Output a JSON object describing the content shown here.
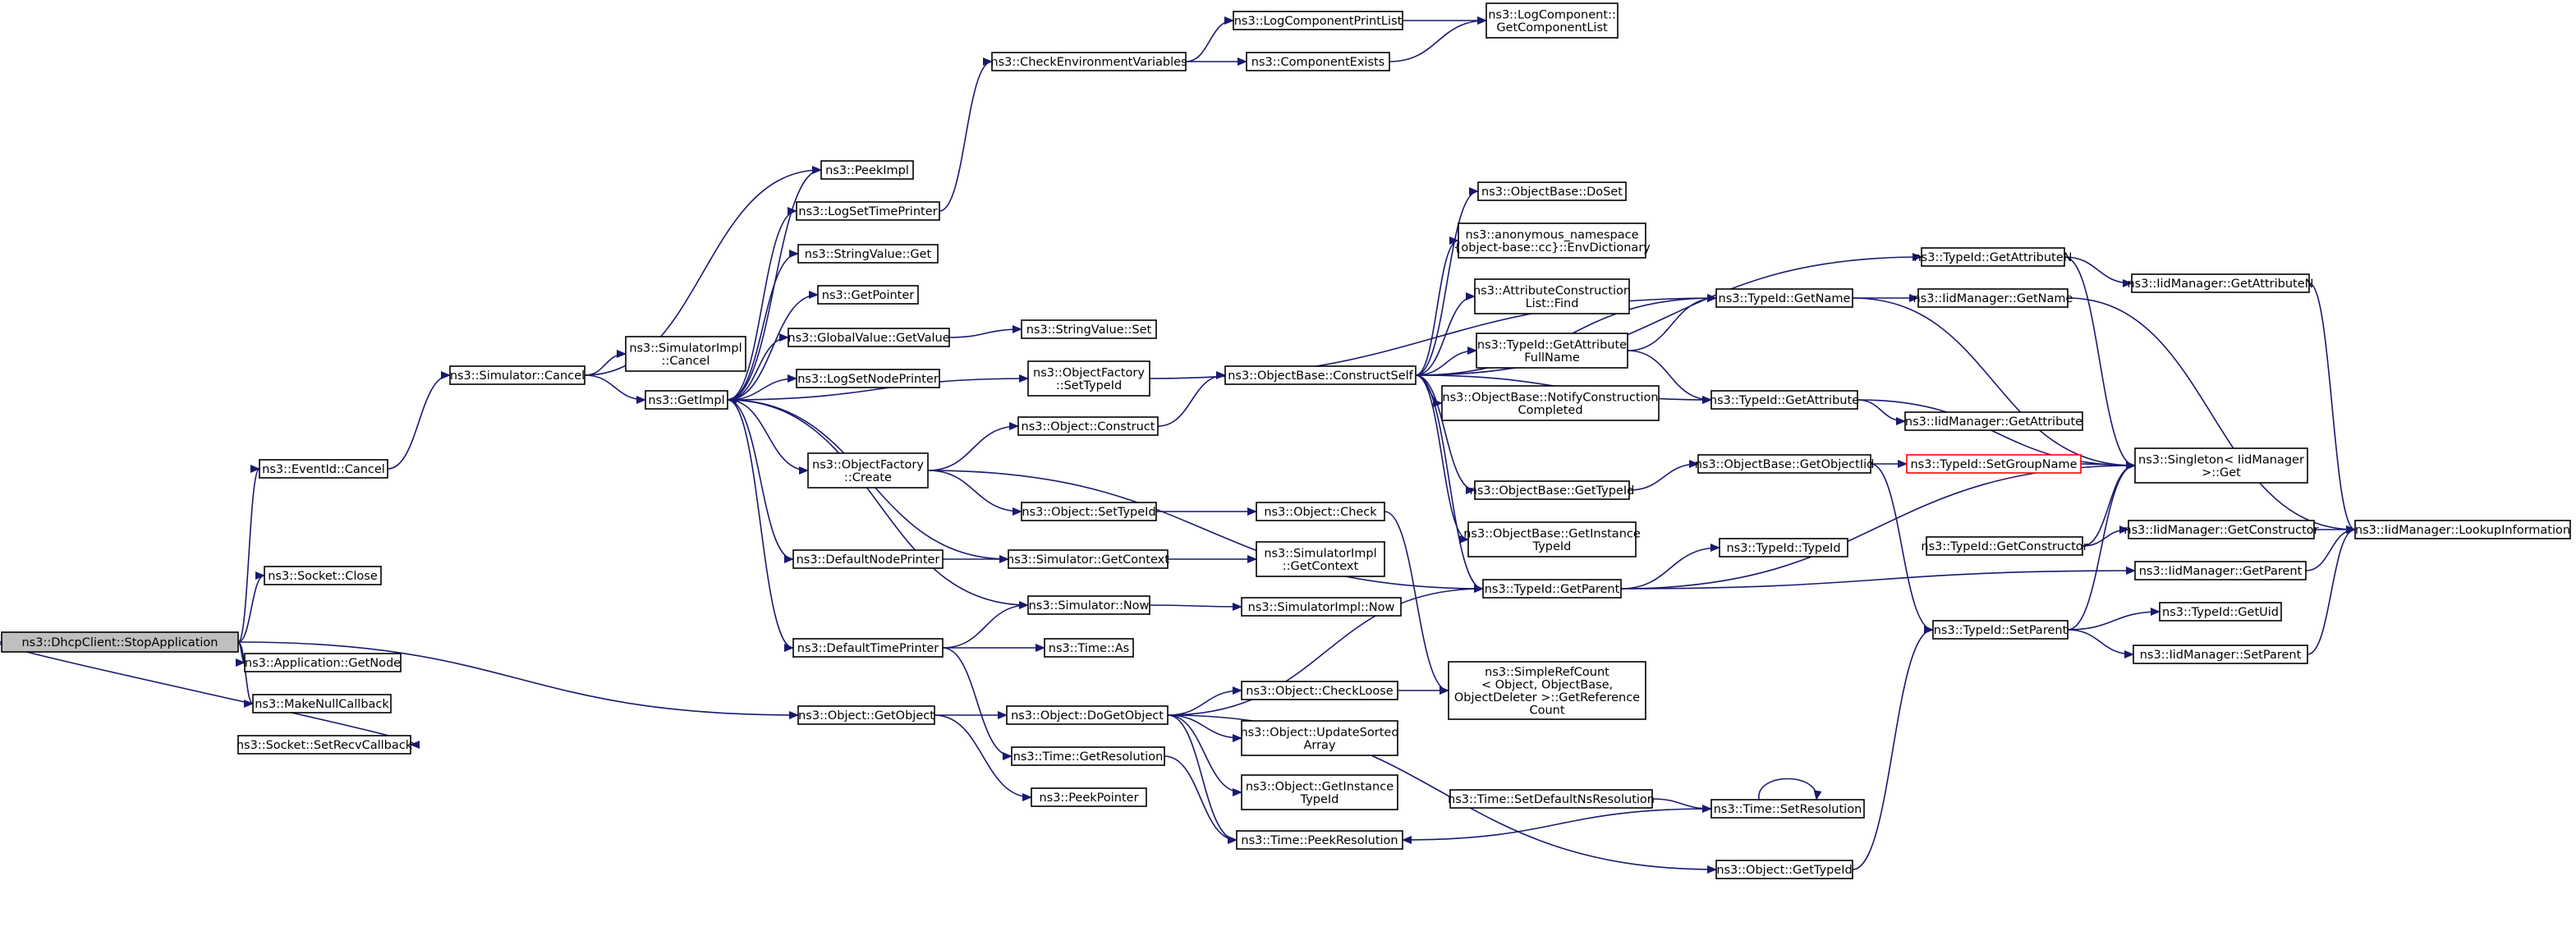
{
  "graph": {
    "edge_color": "#191970",
    "root_fill": "#bfbfbf",
    "highlight_stroke": "#ff0000",
    "nodes": [
      {
        "id": "dhcp_stop",
        "lines": [
          "ns3::DhcpClient::StopApplication"
        ],
        "style": "root"
      },
      {
        "id": "eventid_cancel",
        "lines": [
          "ns3::EventId::Cancel"
        ]
      },
      {
        "id": "socket_close",
        "lines": [
          "ns3::Socket::Close"
        ]
      },
      {
        "id": "app_getnode",
        "lines": [
          "ns3::Application::GetNode"
        ]
      },
      {
        "id": "makenullcallback",
        "lines": [
          "ns3::MakeNullCallback"
        ]
      },
      {
        "id": "setrecvcallback",
        "lines": [
          "ns3::Socket::SetRecvCallback"
        ]
      },
      {
        "id": "object_getobject",
        "lines": [
          "ns3::Object::GetObject"
        ]
      },
      {
        "id": "simulator_cancel",
        "lines": [
          "ns3::Simulator::Cancel"
        ]
      },
      {
        "id": "simimpl_cancel",
        "lines": [
          "ns3::SimulatorImpl",
          "::Cancel"
        ]
      },
      {
        "id": "getimpl",
        "lines": [
          "ns3::GetImpl"
        ]
      },
      {
        "id": "peekimpl",
        "lines": [
          "ns3::PeekImpl"
        ]
      },
      {
        "id": "logsettimeprinter",
        "lines": [
          "ns3::LogSetTimePrinter"
        ]
      },
      {
        "id": "stringvalue_get",
        "lines": [
          "ns3::StringValue::Get"
        ]
      },
      {
        "id": "getpointer",
        "lines": [
          "ns3::GetPointer"
        ]
      },
      {
        "id": "globalvalue_getvalue",
        "lines": [
          "ns3::GlobalValue::GetValue"
        ]
      },
      {
        "id": "logsetnodeprinter",
        "lines": [
          "ns3::LogSetNodePrinter"
        ]
      },
      {
        "id": "objfactory_create",
        "lines": [
          "ns3::ObjectFactory",
          "::Create"
        ]
      },
      {
        "id": "defaultnodeprinter",
        "lines": [
          "ns3::DefaultNodePrinter"
        ]
      },
      {
        "id": "defaulttimeprinter",
        "lines": [
          "ns3::DefaultTimePrinter"
        ]
      },
      {
        "id": "checkenvvars",
        "lines": [
          "ns3::CheckEnvironmentVariables"
        ]
      },
      {
        "id": "logcompprintlist",
        "lines": [
          "ns3::LogComponentPrintList"
        ]
      },
      {
        "id": "componentexists",
        "lines": [
          "ns3::ComponentExists"
        ]
      },
      {
        "id": "logcomp_getlist",
        "lines": [
          "ns3::LogComponent::",
          "GetComponentList"
        ]
      },
      {
        "id": "stringvalue_set",
        "lines": [
          "ns3::StringValue::Set"
        ]
      },
      {
        "id": "objfactory_settypeid",
        "lines": [
          "ns3::ObjectFactory",
          "::SetTypeId"
        ]
      },
      {
        "id": "object_construct",
        "lines": [
          "ns3::Object::Construct"
        ]
      },
      {
        "id": "object_settypeid",
        "lines": [
          "ns3::Object::SetTypeId"
        ]
      },
      {
        "id": "simulator_getcontext",
        "lines": [
          "ns3::Simulator::GetContext"
        ]
      },
      {
        "id": "simulator_now",
        "lines": [
          "ns3::Simulator::Now"
        ]
      },
      {
        "id": "time_as",
        "lines": [
          "ns3::Time::As"
        ]
      },
      {
        "id": "object_dogetobject",
        "lines": [
          "ns3::Object::DoGetObject"
        ]
      },
      {
        "id": "time_getresolution",
        "lines": [
          "ns3::Time::GetResolution"
        ]
      },
      {
        "id": "peekpointer",
        "lines": [
          "ns3::PeekPointer"
        ]
      },
      {
        "id": "objbase_constructself",
        "lines": [
          "ns3::ObjectBase::ConstructSelf"
        ]
      },
      {
        "id": "object_check",
        "lines": [
          "ns3::Object::Check"
        ]
      },
      {
        "id": "simimpl_getcontext",
        "lines": [
          "ns3::SimulatorImpl",
          "::GetContext"
        ]
      },
      {
        "id": "simimpl_now",
        "lines": [
          "ns3::SimulatorImpl::Now"
        ]
      },
      {
        "id": "object_checkloose",
        "lines": [
          "ns3::Object::CheckLoose"
        ]
      },
      {
        "id": "object_updatesorted",
        "lines": [
          "ns3::Object::UpdateSorted",
          "Array"
        ]
      },
      {
        "id": "object_getinstancetypeid",
        "lines": [
          "ns3::Object::GetInstance",
          "TypeId"
        ]
      },
      {
        "id": "time_peekresolution",
        "lines": [
          "ns3::Time::PeekResolution"
        ]
      },
      {
        "id": "objbase_doset",
        "lines": [
          "ns3::ObjectBase::DoSet"
        ]
      },
      {
        "id": "anon_envdict",
        "lines": [
          "ns3::anonymous_namespace",
          "{object-base::cc}::EnvDictionary"
        ]
      },
      {
        "id": "attrconst_find",
        "lines": [
          "ns3::AttributeConstruction",
          "List::Find"
        ]
      },
      {
        "id": "typeid_getattrfullname",
        "lines": [
          "ns3::TypeId::GetAttribute",
          "FullName"
        ]
      },
      {
        "id": "objbase_notify",
        "lines": [
          "ns3::ObjectBase::NotifyConstruction",
          "Completed"
        ]
      },
      {
        "id": "objbase_gettypeid",
        "lines": [
          "ns3::ObjectBase::GetTypeId"
        ]
      },
      {
        "id": "objbase_getinstancetypeid",
        "lines": [
          "ns3::ObjectBase::GetInstance",
          "TypeId"
        ]
      },
      {
        "id": "simplerefcount",
        "lines": [
          "ns3::SimpleRefCount",
          "< Object, ObjectBase,",
          "ObjectDeleter >::GetReference",
          "Count"
        ]
      },
      {
        "id": "time_setdefaultnsres",
        "lines": [
          "ns3::Time::SetDefaultNsResolution"
        ]
      },
      {
        "id": "time_setresolution",
        "lines": [
          "ns3::Time::SetResolution"
        ]
      },
      {
        "id": "typeid_getname",
        "lines": [
          "ns3::TypeId::GetName"
        ]
      },
      {
        "id": "typeid_getattribute",
        "lines": [
          "ns3::TypeId::GetAttribute"
        ]
      },
      {
        "id": "objbase_getobjectiid",
        "lines": [
          "ns3::ObjectBase::GetObjectIid"
        ]
      },
      {
        "id": "typeid_getparent",
        "lines": [
          "ns3::TypeId::GetParent"
        ]
      },
      {
        "id": "typeid_typeid",
        "lines": [
          "ns3::TypeId::TypeId"
        ]
      },
      {
        "id": "object_gettypeid",
        "lines": [
          "ns3::Object::GetTypeId"
        ]
      },
      {
        "id": "typeid_getattributen",
        "lines": [
          "ns3::TypeId::GetAttributeN"
        ]
      },
      {
        "id": "iidmgr_getname",
        "lines": [
          "ns3::IidManager::GetName"
        ]
      },
      {
        "id": "iidmgr_getattribute",
        "lines": [
          "ns3::IidManager::GetAttribute"
        ]
      },
      {
        "id": "typeid_setgroupname",
        "lines": [
          "ns3::TypeId::SetGroupName"
        ],
        "style": "highlight"
      },
      {
        "id": "typeid_getconstructor",
        "lines": [
          "ns3::TypeId::GetConstructor"
        ]
      },
      {
        "id": "typeid_setparent",
        "lines": [
          "ns3::TypeId::SetParent"
        ]
      },
      {
        "id": "iidmgr_getattributen",
        "lines": [
          "ns3::IidManager::GetAttributeN"
        ]
      },
      {
        "id": "singleton_get",
        "lines": [
          "ns3::Singleton< IidManager",
          ">::Get"
        ]
      },
      {
        "id": "iidmgr_getconstructor",
        "lines": [
          "ns3::IidManager::GetConstructor"
        ]
      },
      {
        "id": "iidmgr_getparent",
        "lines": [
          "ns3::IidManager::GetParent"
        ]
      },
      {
        "id": "typeid_getuid",
        "lines": [
          "ns3::TypeId::GetUid"
        ]
      },
      {
        "id": "iidmgr_setparent",
        "lines": [
          "ns3::IidManager::SetParent"
        ]
      },
      {
        "id": "iidmgr_lookupinfo",
        "lines": [
          "ns3::IidManager::LookupInformation"
        ]
      }
    ],
    "edges": [
      [
        "dhcp_stop",
        "eventid_cancel"
      ],
      [
        "dhcp_stop",
        "socket_close"
      ],
      [
        "dhcp_stop",
        "app_getnode"
      ],
      [
        "dhcp_stop",
        "makenullcallback"
      ],
      [
        "dhcp_stop",
        "setrecvcallback"
      ],
      [
        "dhcp_stop",
        "object_getobject"
      ],
      [
        "eventid_cancel",
        "simulator_cancel"
      ],
      [
        "simulator_cancel",
        "simimpl_cancel"
      ],
      [
        "simulator_cancel",
        "getimpl"
      ],
      [
        "simulator_cancel",
        "peekimpl"
      ],
      [
        "getimpl",
        "peekimpl"
      ],
      [
        "getimpl",
        "logsettimeprinter"
      ],
      [
        "getimpl",
        "stringvalue_get"
      ],
      [
        "getimpl",
        "getpointer"
      ],
      [
        "getimpl",
        "globalvalue_getvalue"
      ],
      [
        "getimpl",
        "logsetnodeprinter"
      ],
      [
        "getimpl",
        "objfactory_settypeid"
      ],
      [
        "getimpl",
        "objfactory_create"
      ],
      [
        "getimpl",
        "defaultnodeprinter"
      ],
      [
        "getimpl",
        "defaulttimeprinter"
      ],
      [
        "logsettimeprinter",
        "checkenvvars"
      ],
      [
        "checkenvvars",
        "logcompprintlist"
      ],
      [
        "checkenvvars",
        "componentexists"
      ],
      [
        "logcompprintlist",
        "logcomp_getlist"
      ],
      [
        "componentexists",
        "logcomp_getlist"
      ],
      [
        "globalvalue_getvalue",
        "stringvalue_set"
      ],
      [
        "objfactory_settypeid",
        "typeid_getname"
      ],
      [
        "objfactory_create",
        "object_construct"
      ],
      [
        "objfactory_create",
        "object_settypeid"
      ],
      [
        "objfactory_create",
        "typeid_getparent"
      ],
      [
        "object_construct",
        "objbase_constructself"
      ],
      [
        "object_settypeid",
        "object_check"
      ],
      [
        "object_check",
        "simplerefcount"
      ],
      [
        "simulator_getcontext",
        "getimpl"
      ],
      [
        "simulator_getcontext",
        "simimpl_getcontext"
      ],
      [
        "defaultnodeprinter",
        "simulator_getcontext"
      ],
      [
        "defaulttimeprinter",
        "simulator_now"
      ],
      [
        "defaulttimeprinter",
        "time_as"
      ],
      [
        "defaulttimeprinter",
        "time_getresolution"
      ],
      [
        "simulator_now",
        "getimpl"
      ],
      [
        "simulator_now",
        "simimpl_now"
      ],
      [
        "object_getobject",
        "object_dogetobject"
      ],
      [
        "object_getobject",
        "peekpointer"
      ],
      [
        "object_dogetobject",
        "object_checkloose"
      ],
      [
        "object_dogetobject",
        "object_updatesorted"
      ],
      [
        "object_dogetobject",
        "object_getinstancetypeid"
      ],
      [
        "object_dogetobject",
        "typeid_getparent"
      ],
      [
        "object_dogetobject",
        "time_peekresolution"
      ],
      [
        "object_dogetobject",
        "object_gettypeid"
      ],
      [
        "object_checkloose",
        "simplerefcount"
      ],
      [
        "time_getresolution",
        "time_peekresolution"
      ],
      [
        "objbase_constructself",
        "objbase_doset"
      ],
      [
        "objbase_constructself",
        "anon_envdict"
      ],
      [
        "objbase_constructself",
        "attrconst_find"
      ],
      [
        "objbase_constructself",
        "typeid_getattrfullname"
      ],
      [
        "objbase_constructself",
        "objbase_notify"
      ],
      [
        "objbase_constructself",
        "objbase_gettypeid"
      ],
      [
        "objbase_constructself",
        "objbase_getinstancetypeid"
      ],
      [
        "objbase_constructself",
        "typeid_getname"
      ],
      [
        "objbase_constructself",
        "typeid_getattribute"
      ],
      [
        "objbase_constructself",
        "typeid_getattributen"
      ],
      [
        "objbase_constructself",
        "typeid_getparent"
      ],
      [
        "typeid_getattrfullname",
        "typeid_getname"
      ],
      [
        "typeid_getattrfullname",
        "typeid_getattribute"
      ],
      [
        "objbase_gettypeid",
        "objbase_getobjectiid"
      ],
      [
        "objbase_getobjectiid",
        "typeid_setgroupname"
      ],
      [
        "objbase_getobjectiid",
        "typeid_setparent"
      ],
      [
        "typeid_getname",
        "iidmgr_getname"
      ],
      [
        "typeid_getname",
        "singleton_get"
      ],
      [
        "typeid_getattribute",
        "iidmgr_getattribute"
      ],
      [
        "typeid_getattribute",
        "singleton_get"
      ],
      [
        "typeid_getattributen",
        "iidmgr_getattributen"
      ],
      [
        "typeid_getattributen",
        "singleton_get"
      ],
      [
        "typeid_getparent",
        "typeid_typeid"
      ],
      [
        "typeid_getparent",
        "singleton_get"
      ],
      [
        "typeid_getparent",
        "iidmgr_getparent"
      ],
      [
        "typeid_setgroupname",
        "singleton_get"
      ],
      [
        "typeid_getconstructor",
        "singleton_get"
      ],
      [
        "typeid_getconstructor",
        "iidmgr_getconstructor"
      ],
      [
        "typeid_setparent",
        "singleton_get"
      ],
      [
        "typeid_setparent",
        "typeid_getuid"
      ],
      [
        "typeid_setparent",
        "iidmgr_setparent"
      ],
      [
        "iidmgr_getname",
        "iidmgr_lookupinfo"
      ],
      [
        "iidmgr_getattributen",
        "iidmgr_lookupinfo"
      ],
      [
        "iidmgr_getconstructor",
        "iidmgr_lookupinfo"
      ],
      [
        "iidmgr_getparent",
        "iidmgr_lookupinfo"
      ],
      [
        "iidmgr_setparent",
        "iidmgr_lookupinfo"
      ],
      [
        "time_setdefaultnsres",
        "time_setresolution"
      ],
      [
        "time_setresolution",
        "time_setresolution"
      ],
      [
        "time_setresolution",
        "time_peekresolution"
      ],
      [
        "object_gettypeid",
        "typeid_setparent"
      ]
    ]
  }
}
